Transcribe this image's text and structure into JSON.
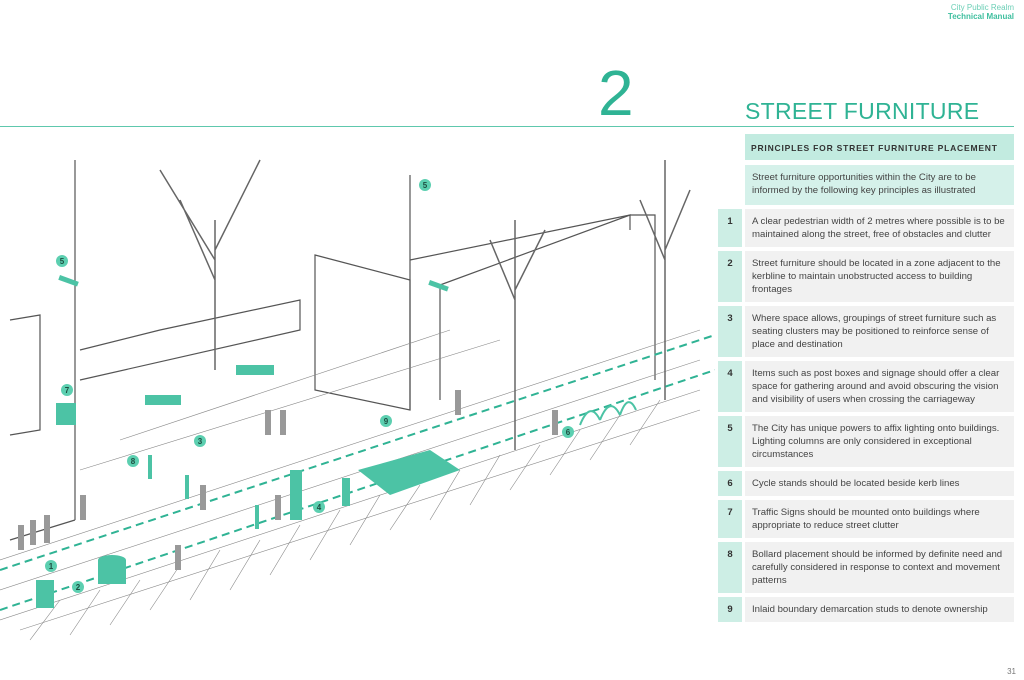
{
  "header": {
    "line1": "City Public Realm",
    "line2": "Technical Manual"
  },
  "chapter": {
    "number": "2",
    "title": "STREET FURNITURE"
  },
  "table": {
    "heading": "PRINCIPLES FOR STREET FURNITURE PLACEMENT",
    "intro": "Street furniture opportunities within the City are to be informed by the following key principles as illustrated",
    "rows": [
      {
        "n": "1",
        "text": "A clear pedestrian width of 2 metres where possible is to be maintained along the street, free of obstacles and clutter"
      },
      {
        "n": "2",
        "text": "Street furniture should be located in a zone adjacent to the kerbline to maintain unobstructed access to building frontages"
      },
      {
        "n": "3",
        "text": "Where space allows, groupings of street furniture such as seating clusters may be positioned to reinforce sense of place and destination"
      },
      {
        "n": "4",
        "text": "Items such as post boxes and signage should offer a clear space for gathering around and avoid obscuring the vision and visibility of users when crossing the carriageway"
      },
      {
        "n": "5",
        "text": "The City has unique powers to affix lighting onto buildings. Lighting columns are only considered in exceptional circumstances"
      },
      {
        "n": "6",
        "text": "Cycle stands should be located beside kerb lines"
      },
      {
        "n": "7",
        "text": "Traffic Signs should be mounted onto buildings where appropriate to reduce street clutter"
      },
      {
        "n": "8",
        "text": "Bollard placement should be informed by definite need and carefully considered in response to context and movement patterns"
      },
      {
        "n": "9",
        "text": "Inlaid boundary demarcation studs to denote ownership"
      }
    ]
  },
  "markers": [
    "5",
    "5",
    "7",
    "3",
    "8",
    "9",
    "6",
    "4",
    "1",
    "2"
  ],
  "page_number": "31",
  "colors": {
    "accent": "#2fb394",
    "header_bg": "#c2ebe0",
    "row_bg": "#f1f1f1"
  }
}
